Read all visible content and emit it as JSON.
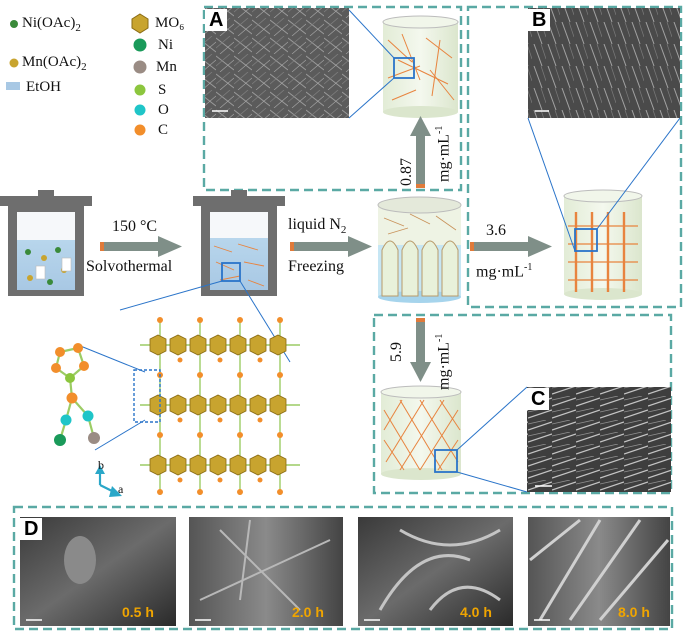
{
  "legend": {
    "ni_acetate": "Ni(OAc)",
    "ni_acetate_sub": "2",
    "mn_acetate": "Mn(OAc)",
    "mn_acetate_sub": "2",
    "etoh": "EtOH",
    "mo6": "MO₆",
    "ni": "Ni",
    "mn": "Mn",
    "s": "S",
    "o": "O",
    "c": "C"
  },
  "process": {
    "step1_temp": "150 °C",
    "step1_method": "Solvothermal",
    "step2_agent": "liquid N",
    "step2_agent_sub": "2",
    "step2_method": "Freezing"
  },
  "concentrations": {
    "a_value": "0.87",
    "a_unit": "mg·mL",
    "b_value": "3.6",
    "b_unit": "mg·mL",
    "c_value": "5.9",
    "c_unit": "mg·mL",
    "unit_exp": "-1"
  },
  "panels": {
    "a": "A",
    "b": "B",
    "c": "C",
    "d": "D"
  },
  "axes": {
    "b": "b",
    "a": "a"
  },
  "time_series": [
    "0.5 h",
    "2.0 h",
    "4.0 h",
    "8.0 h"
  ],
  "colors": {
    "dash_border": "#5aa9a4",
    "arrow": "#7f8f88",
    "arrow_tail": "#e07a3a",
    "fiber": "#e8843f",
    "highlight_box": "#2a74c9",
    "ni_dot": "#1a9a5a",
    "mn_dot": "#9a8c84",
    "s_dot": "#8cc63e",
    "o_dot": "#1fc5c8",
    "c_dot": "#f28e2b",
    "mo6": "#c8a42f",
    "time_label": "#f0a500"
  }
}
